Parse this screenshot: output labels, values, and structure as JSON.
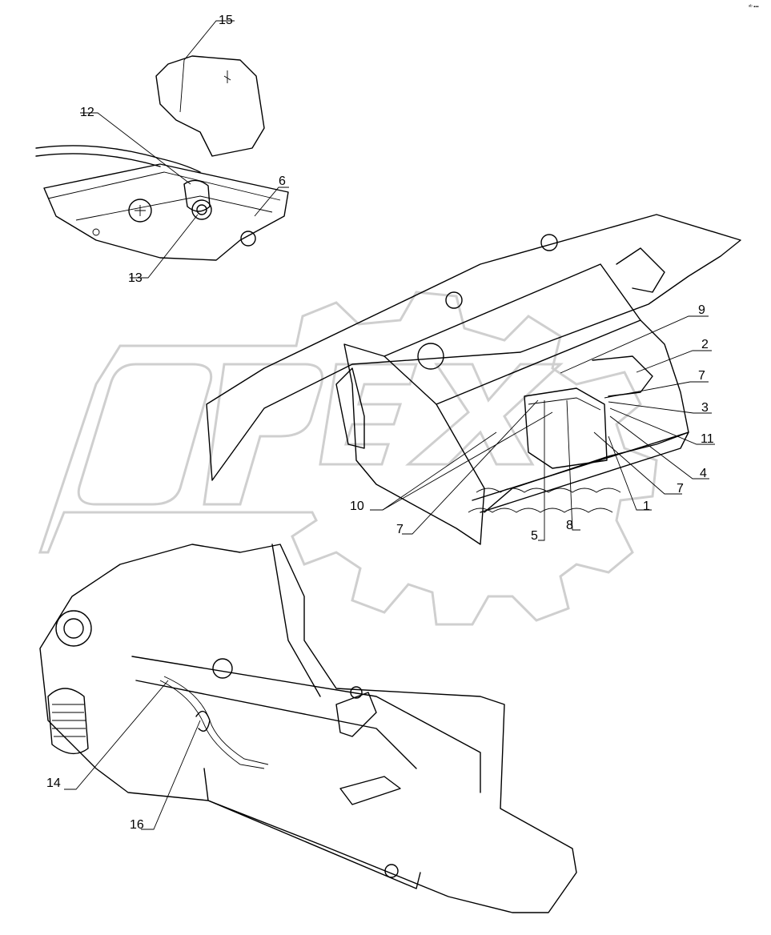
{
  "corner_mark": "ᵃᵇ ▪▪▪",
  "callouts": [
    {
      "id": "c15",
      "text": "15"
    },
    {
      "id": "c12",
      "text": "12"
    },
    {
      "id": "c6",
      "text": "6"
    },
    {
      "id": "c13",
      "text": "13"
    },
    {
      "id": "c9",
      "text": "9"
    },
    {
      "id": "c2",
      "text": "2"
    },
    {
      "id": "c7a",
      "text": "7"
    },
    {
      "id": "c3",
      "text": "3"
    },
    {
      "id": "c11",
      "text": "11"
    },
    {
      "id": "c4",
      "text": "4"
    },
    {
      "id": "c7b",
      "text": "7"
    },
    {
      "id": "c1",
      "text": "1"
    },
    {
      "id": "c8",
      "text": "8"
    },
    {
      "id": "c5",
      "text": "5"
    },
    {
      "id": "c10",
      "text": "10"
    },
    {
      "id": "c7c",
      "text": "7"
    },
    {
      "id": "c14",
      "text": "14"
    },
    {
      "id": "c16",
      "text": "16"
    }
  ],
  "watermark": "OPEX"
}
